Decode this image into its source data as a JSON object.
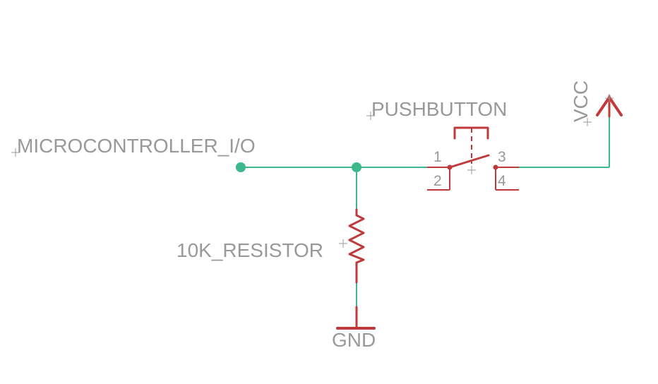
{
  "labels": {
    "net": "MICROCONTROLLER_I/O",
    "switch": "PUSHBUTTON",
    "resistor": "10K_RESISTOR",
    "ground": "GND",
    "supply": "VCC"
  },
  "switch_pins": {
    "p1": "1",
    "p2": "2",
    "p3": "3",
    "p4": "4"
  },
  "colors": {
    "wire": "#3cb88c",
    "symbol": "#c0393b",
    "text": "#999999",
    "background": "#ffffff"
  }
}
